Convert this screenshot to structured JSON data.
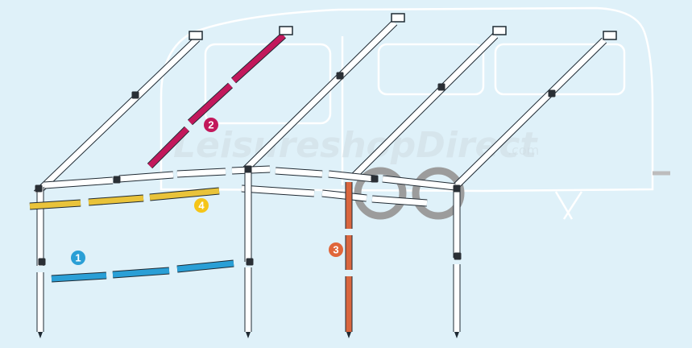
{
  "diagram": {
    "watermark": {
      "main": "LeisureshopDirect",
      "suffix": ".com"
    },
    "callouts": [
      {
        "number": "1",
        "color": "#2a9fd6"
      },
      {
        "number": "2",
        "color": "#c2185b"
      },
      {
        "number": "3",
        "color": "#e0663a"
      },
      {
        "number": "4",
        "color": "#f5c518"
      }
    ],
    "colors": {
      "background": "#dff1f9",
      "pole_white": "#ffffff",
      "pole_outline": "#1f2a33",
      "pole_blue": "#2a9fd6",
      "pole_magenta": "#c2185b",
      "pole_orange": "#d9663f",
      "pole_yellow": "#e9c33a",
      "caravan_outline": "#ffffff",
      "wheel": "#9c9c9c"
    }
  }
}
